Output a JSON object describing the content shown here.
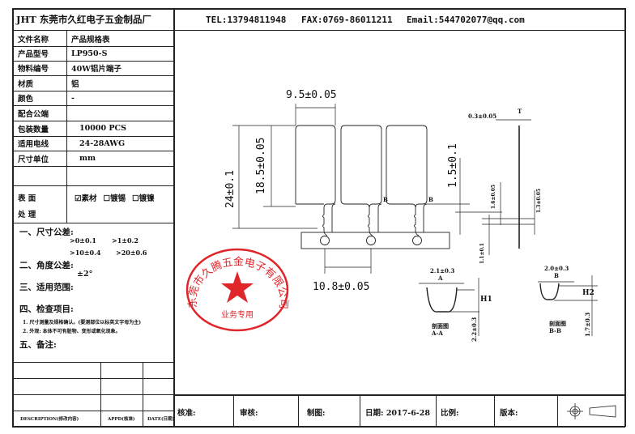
{
  "header": {
    "company": "JHT 东莞市久红电子五金制品厂",
    "tel": "TEL:13794811948",
    "fax": "FAX:0769-86011211",
    "email": "Email:544702077@qq.com"
  },
  "spec_table": [
    {
      "label": "文件名称",
      "value": "产品规格表"
    },
    {
      "label": "产品型号",
      "value": "LP950-S"
    },
    {
      "label": "物料编号",
      "value": "40W铝片端子"
    },
    {
      "label": "材质",
      "value": "铝"
    },
    {
      "label": "颜色",
      "value": "-"
    },
    {
      "label": "配合公端",
      "value": ""
    },
    {
      "label": "包装数量",
      "value": "10000 PCS"
    },
    {
      "label": "适用电线",
      "value": "24-28AWG"
    },
    {
      "label": "尺寸单位",
      "value": "mm"
    },
    {
      "label": "",
      "value": ""
    }
  ],
  "surface": {
    "label_1": "表 面",
    "label_2": "处 理",
    "options": [
      {
        "label": "素材",
        "checked": true,
        "box": "☑"
      },
      {
        "label": "镀锡",
        "checked": false,
        "box": "☐"
      },
      {
        "label": "镀镍",
        "checked": false,
        "box": "☐"
      }
    ]
  },
  "notes": {
    "tol_title": "一、尺寸公差:",
    "tol_1": ">0±0.1",
    "tol_2": ">1±0.2",
    "tol_3": ">10±0.4",
    "tol_4": ">20±0.6",
    "angle_title": "二、角度公差:",
    "angle_value": "±2°",
    "scope_title": "三、适用范围:",
    "inspect_title": "四、检查项目:",
    "inspect_1": "1. 尺寸测量及规格确认。(要测部位以标英文字母为主)",
    "inspect_2": "2. 外观: 本体不可有脏物、变形或氧化现象。",
    "remark_title": "五、备注:"
  },
  "revision": {
    "description": "DESCRIPTION(修改内容)",
    "appd": "APPD(核准)",
    "date": "DATE(日期)"
  },
  "title_block": {
    "approve": "核准:",
    "review": "审核:",
    "drawn": "制图:",
    "date": "日期: 2017-6-28",
    "scale": "比例:",
    "version": "版本:"
  },
  "dimensions": {
    "width": "9.5±0.05",
    "total_height": "24±0.1",
    "plate_height": "18.5±0.05",
    "pitch": "10.8±0.05",
    "neck": "1.5±0.1",
    "thickness": "0.3±0.05",
    "thickness_label": "T",
    "d1": "1.6±0.05",
    "d2": "1.3±0.05",
    "d3": "1.1±0.1",
    "section_a_width": "2.1±0.3",
    "section_a_letter": "A",
    "section_a_h": "H1",
    "section_a_depth": "2.2±0.3",
    "section_a_title": "剖面图",
    "section_a_name": "A-A",
    "section_b_width": "2.0±0.3",
    "section_b_letter": "B",
    "section_b_h": "H2",
    "section_b_depth": "1.7±0.3",
    "section_b_title": "剖面图",
    "section_b_name": "B-B",
    "marker_b": "B"
  },
  "stamp": {
    "text": "东莞市久腾五金电子有限公司",
    "sub": "业务专用",
    "color": "#e0262b"
  }
}
